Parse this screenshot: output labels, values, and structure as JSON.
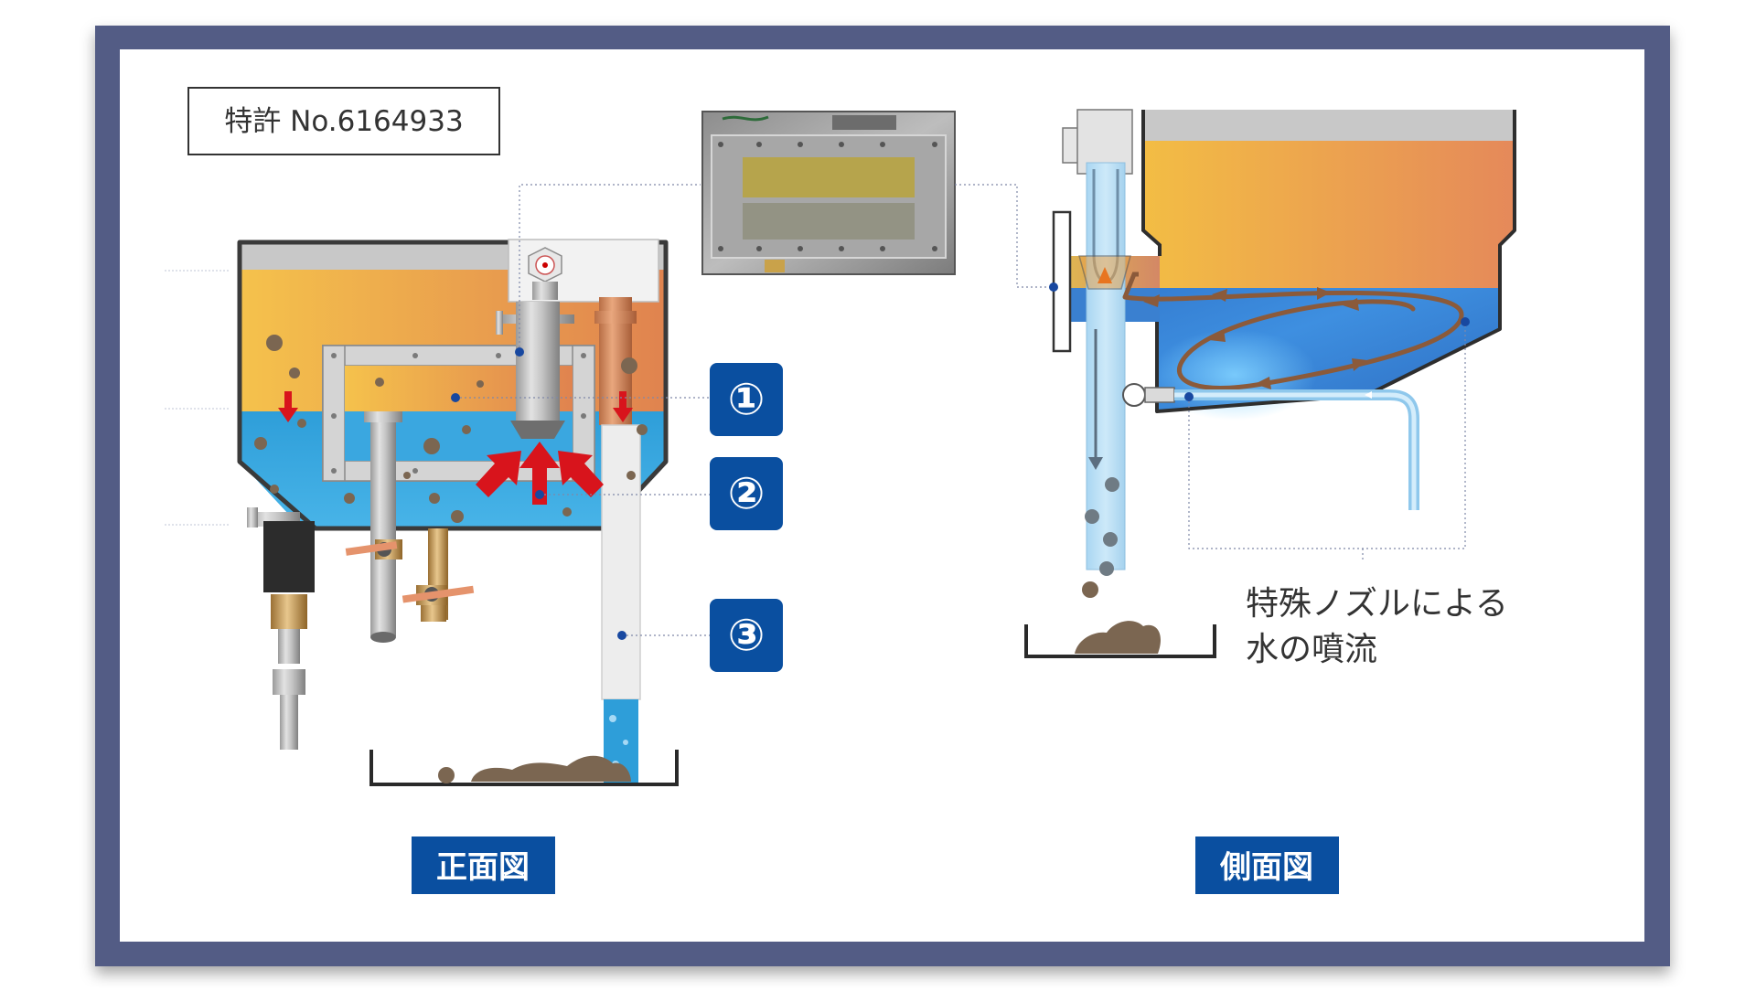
{
  "patent_label": "特許 No.6164933",
  "callouts": {
    "one": "①",
    "two": "②",
    "three": "③"
  },
  "nozzle_caption": {
    "line1": "特殊ノズルによる",
    "line2": "水の噴流"
  },
  "views": {
    "front": "正面図",
    "side": "側面図"
  },
  "colors": {
    "frame": "#525B85",
    "badge": "#0A4FA0",
    "oil_yellow": "#F2BC4A",
    "oil_orange": "#E28A52",
    "water_blue": "#3AA7E0",
    "arrow_red": "#D8141C",
    "sludge": "#7B6651",
    "flow_brown": "#8B5A3A"
  }
}
